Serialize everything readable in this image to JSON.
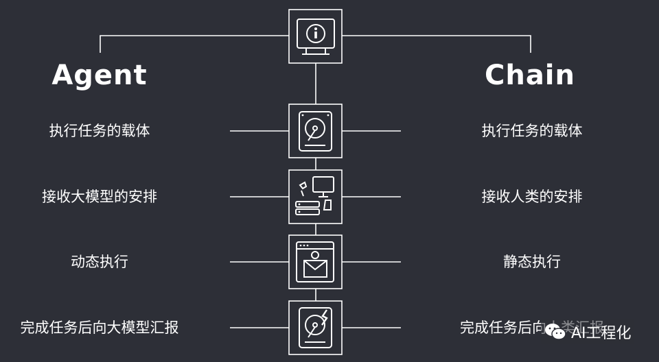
{
  "diagram": {
    "left_heading": "Agent",
    "right_heading": "Chain",
    "rows": [
      {
        "left": "执行任务的载体",
        "right": "执行任务的载体",
        "icon": "hard-drive-icon"
      },
      {
        "left": "接收大模型的安排",
        "right": "接收人类的安排",
        "icon": "computer-devices-icon"
      },
      {
        "left": "动态执行",
        "right": "静态执行",
        "icon": "email-browser-icon"
      },
      {
        "left": "完成任务后向大模型汇报",
        "right": "完成任务后向人类汇报",
        "icon": "broken-hard-drive-icon"
      }
    ],
    "top_icon": "info-monitor-icon"
  },
  "watermark": {
    "icon": "wechat-icon",
    "text": "AI工程化"
  },
  "colors": {
    "background": "#2d2f37",
    "line": "#ffffff"
  }
}
